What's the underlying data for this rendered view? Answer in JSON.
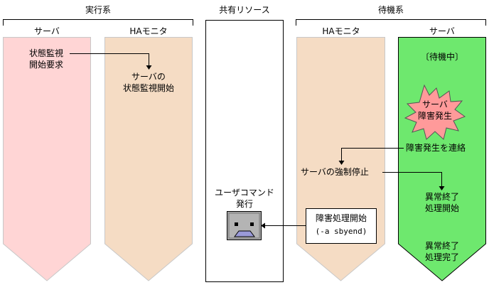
{
  "groups": {
    "active": "実行系",
    "shared": "共有リソース",
    "standby": "待機系"
  },
  "lanes": {
    "active_server": "サーバ",
    "active_ha": "HAモニタ",
    "standby_ha": "HAモニタ",
    "standby_server": "サーバ"
  },
  "steps": {
    "monitor_request": [
      "状態監視",
      "開始要求"
    ],
    "monitor_start": [
      "サーバの",
      "状態監視開始"
    ],
    "standby_state": "〔待機中〕",
    "failure": [
      "サーバ",
      "障害発生"
    ],
    "notify_failure": "障害発生を連絡",
    "force_stop": "サーバの強制停止",
    "abnormal_end_start": [
      "異常終了",
      "処理開始"
    ],
    "failure_processing": [
      "障害処理開始",
      "(-a sbyend)"
    ],
    "user_command": [
      "ユーザコマンド",
      "発行"
    ],
    "abnormal_end_done": [
      "異常終了",
      "処理完了"
    ]
  },
  "colors": {
    "active_server_fill": "#ffd5d5",
    "ha_fill": "#f5dcc4",
    "standby_server_fill": "#6ee86e",
    "burst_fill": "#ff9a9a",
    "monitor_fill": "#a8a8a8",
    "monitor_face": "#9a9ad8"
  }
}
